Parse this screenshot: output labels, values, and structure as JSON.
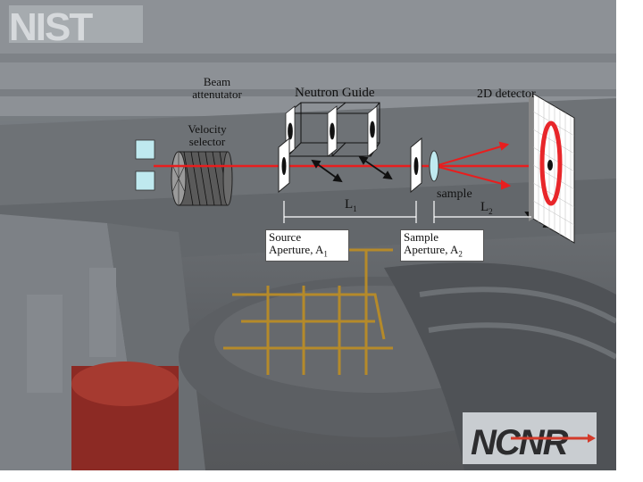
{
  "logos": {
    "nist": "NIST",
    "ncnr": "NCNR"
  },
  "labels": {
    "beam_attenuator": [
      "Beam",
      "attenutator"
    ],
    "neutron_guide": "Neutron Guide",
    "detector": "2D detector",
    "velocity_selector": [
      "Velocity",
      "selector"
    ],
    "l1": {
      "letter": "L",
      "sub": "1"
    },
    "l2": {
      "letter": "L",
      "sub": "2"
    },
    "sample": "sample",
    "source_aperture": {
      "line1": "Source",
      "line2": "Aperture, A",
      "sub": "1"
    },
    "sample_aperture": {
      "line1": "Sample",
      "line2": "Aperture, A",
      "sub": "2"
    }
  },
  "colors": {
    "beam": "#e81e1e",
    "detector_ring": "#e8262a",
    "background_photo": "#6b6f73",
    "selector_box": "#bfe9ef"
  }
}
